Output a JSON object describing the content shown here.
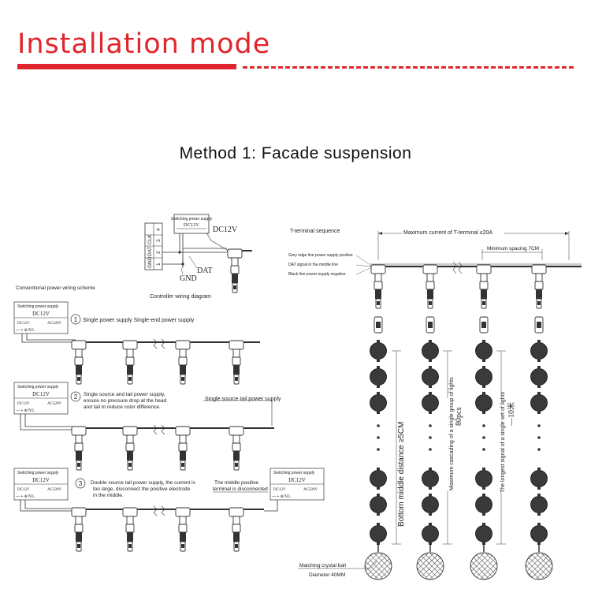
{
  "header": {
    "title": "Installation mode",
    "method": "Method 1: Facade suspension"
  },
  "controller": {
    "psu_label": "Switching power supply",
    "psu_voltage": "DC12V",
    "pins": [
      "4",
      "CLK",
      "DAT",
      "GND"
    ],
    "pin_numbers": [
      "3",
      "2",
      "1"
    ],
    "dc_label": "DC12V",
    "dat_label": "DAT",
    "gnd_label": "GND",
    "caption": "Controller wiring diagram"
  },
  "conventional": {
    "heading": "Conventional power wiring scheme",
    "psu_label": "Switching power supply",
    "dc": "DC12V",
    "dc_small": "DC12V",
    "ac": "AC220V",
    "terminals": "— +    ⊕ N L",
    "note1": "Single power supply Single-end power supply",
    "note2_lines": [
      "Single source and tail power supply,",
      "ensure no pressure drop at the head",
      "and tail to reduce color difference."
    ],
    "tail_label": "Single source tail power supply",
    "note3_lines": [
      "Double source tail power supply, the current is",
      "too large, disconnect the positive electrode",
      "in the middle."
    ],
    "middle_lines": [
      "The middle positive",
      "terminal is disconnected"
    ],
    "circles": [
      "1",
      "2",
      "3"
    ]
  },
  "suspension": {
    "t_terminal": "T-terminal sequence",
    "max_current": "Maximum current of T-terminal ≤20A",
    "min_spacing": "Minimum spacing 7CM",
    "line_labels": [
      "Grey edge line power supply positive",
      "DAT signal in the middle line",
      "Black line power supply negative"
    ],
    "bottom_distance": "Bottom middle distance ≥5CM",
    "max_cascade": "Maximum cascading of a single group of lights",
    "pcs": "80pcs",
    "longest_signal": "The longest signal of a single set of lights",
    "meters": "—10米",
    "crystal_ball": "Matching crystal ball",
    "diameter": "Diameter 40MM"
  }
}
